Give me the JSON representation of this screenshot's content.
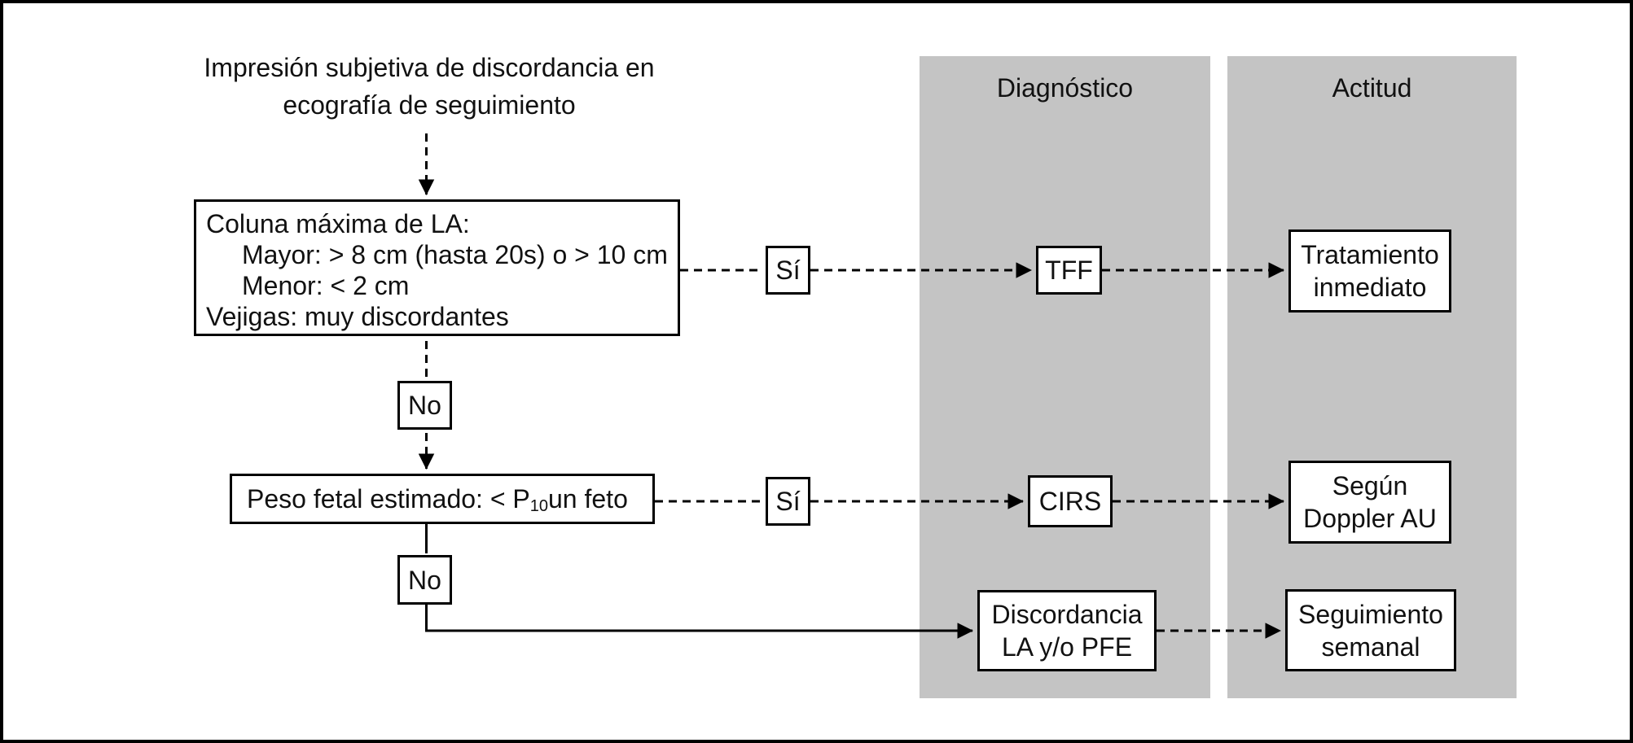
{
  "colors": {
    "background": "#ffffff",
    "frame": "#000000",
    "column_bg": "#c4c4c4",
    "box_border": "#000000",
    "box_bg": "#ffffff",
    "text": "#111111",
    "connector": "#000000"
  },
  "columns": [
    {
      "label": "Diagnóstico"
    },
    {
      "label": "Actitud"
    }
  ],
  "labels": {
    "yes": "Sí",
    "no": "No"
  },
  "nodes": {
    "start": {
      "line1": "Impresión subjetiva de discordancia en",
      "line2": "ecografía de seguimiento"
    },
    "criteria": {
      "line1": "Coluna máxima de LA:",
      "line2": "Mayor: > 8 cm (hasta 20s) o > 10 cm",
      "line3": "Menor: < 2 cm",
      "line4": "Vejigas: muy discordantes"
    },
    "efw": {
      "prefix": "Peso fetal estimado: < P",
      "sub": "10",
      "suffix": " un feto"
    },
    "tff": "TFF",
    "cirs": "CIRS",
    "discordance": {
      "line1": "Discordancia",
      "line2": "LA y/o PFE"
    },
    "treatment": {
      "line1": "Tratamiento",
      "line2": "inmediato"
    },
    "doppler": {
      "line1": "Según",
      "line2": "Doppler AU"
    },
    "followup": {
      "line1": "Seguimiento",
      "line2": "semanal"
    }
  }
}
